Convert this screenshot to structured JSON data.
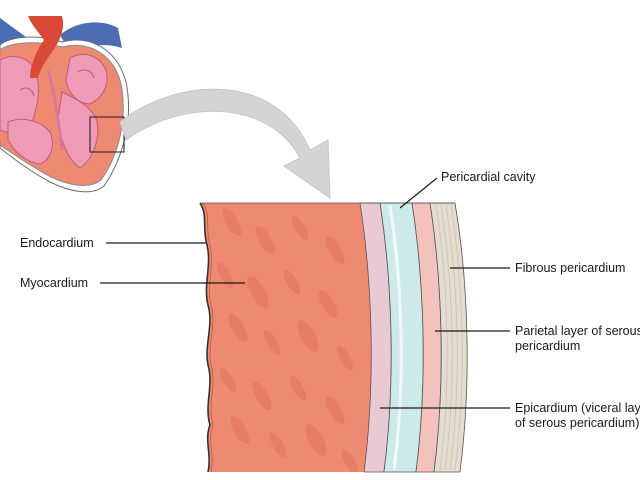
{
  "labels": {
    "endocardium": "Endocardium",
    "myocardium": "Myocardium",
    "pericardial_cavity": "Pericardial cavity",
    "fibrous_pericardium": "Fibrous pericardium",
    "parietal_layer": {
      "line1": "Parietal layer of serous",
      "line2": "pericardium"
    },
    "epicardium": {
      "line1": "Epicardium (viceral layer",
      "line2": "of serous pericardium)"
    }
  },
  "colors": {
    "myocardium": "#ef8a72",
    "myocardium_streak": "#e0735c",
    "epicardium": "#e9c9d3",
    "pericardial_cavity": "#cdeae8",
    "parietal_layer": "#f3c2bd",
    "fibrous_pericardium": "#e3dccf",
    "heart_pink": "#ef9bb8",
    "heart_dark_pink": "#d9789c",
    "aorta": "#d94a36",
    "vessel_blue": "#4c6db3",
    "arrow_gray": "#d4d4d4",
    "leader_line": "#1a1a1a"
  }
}
